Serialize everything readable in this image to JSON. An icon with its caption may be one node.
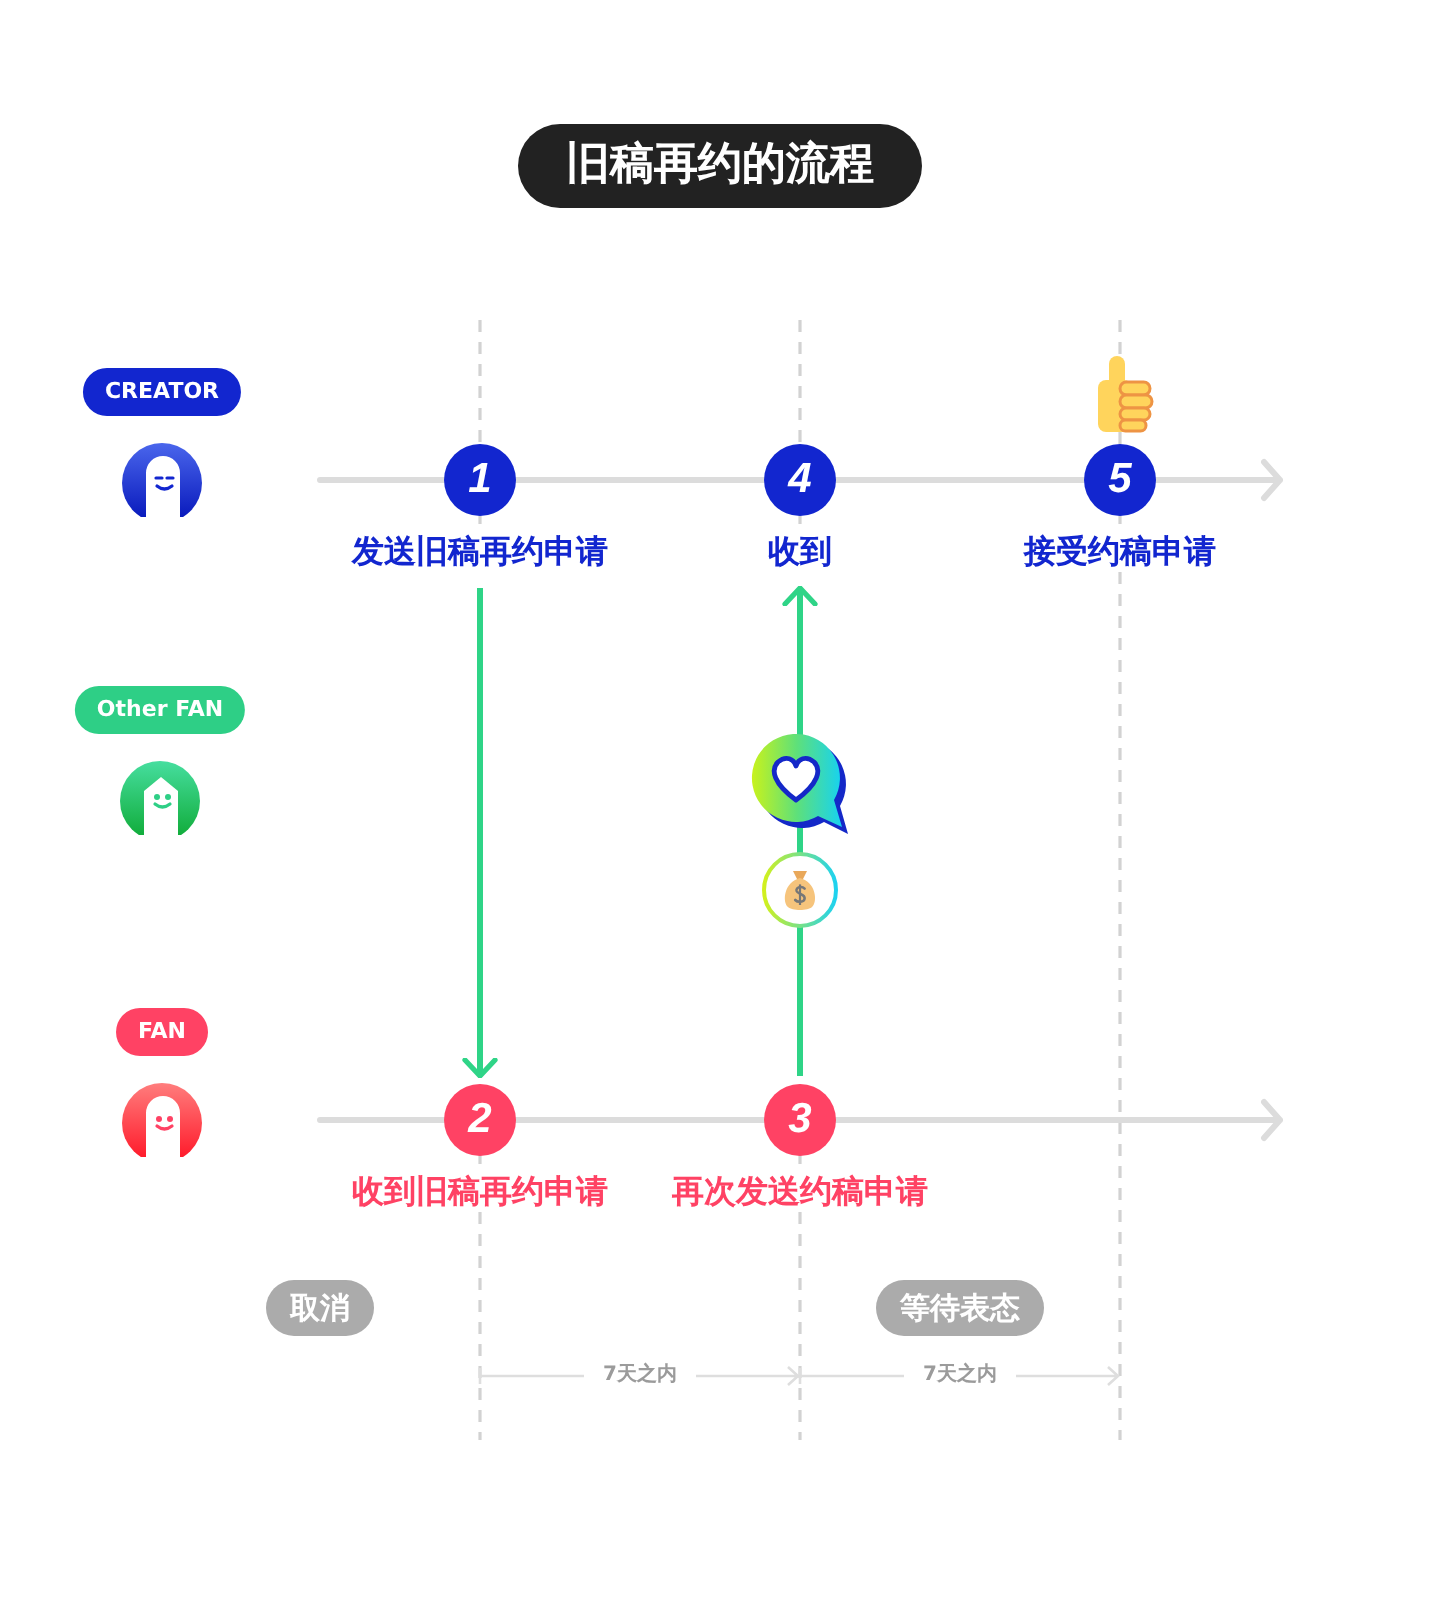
{
  "diagram": {
    "title": "旧稿再约的流程",
    "nodes": [
      {
        "text": [
          "CREATOR"
        ]
      },
      {
        "text": [
          "1"
        ],
        "beside": [
          "发送旧稿再约申请"
        ]
      },
      {
        "text": [
          "4"
        ],
        "beside": [
          "收到"
        ]
      },
      {
        "text": [
          "5"
        ],
        "beside": [
          "接受约稿申请"
        ]
      },
      {
        "text": [
          "Other FAN"
        ]
      },
      {
        "text": [
          "FAN"
        ]
      },
      {
        "text": [
          "2"
        ],
        "beside": [
          "收到旧稿再约申请"
        ]
      },
      {
        "text": [
          "3"
        ],
        "beside": [
          "再次发送约稿申请"
        ]
      },
      {
        "text": [
          "取消"
        ]
      },
      {
        "text": [
          "等待表态"
        ]
      }
    ],
    "edges": [
      {
        "from": 1,
        "to": 6,
        "arrow": "to"
      },
      {
        "from": 7,
        "to": 2,
        "arrow": "to"
      }
    ],
    "labels": [
      "7天之内",
      "7天之内"
    ]
  }
}
